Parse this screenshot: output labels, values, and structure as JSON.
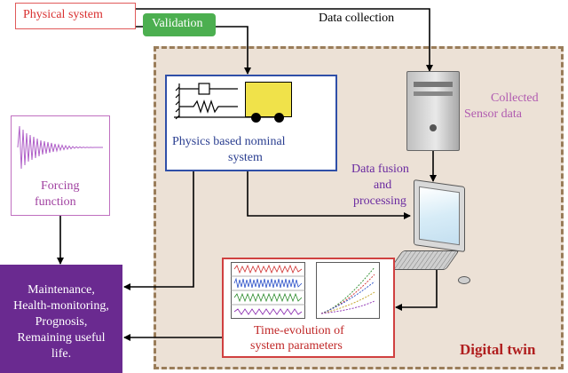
{
  "labels": {
    "physical_system": "Physical system",
    "validation": "Validation",
    "data_collection": "Data collection",
    "collected_sensor_data": [
      "Collected",
      "Sensor data"
    ],
    "physics_model": [
      "Physics based nominal",
      "system"
    ],
    "forcing_function": [
      "Forcing",
      "function"
    ],
    "data_fusion": [
      "Data fusion",
      "and",
      "processing"
    ],
    "outputs": [
      "Maintenance,",
      "Health-monitoring,",
      "Prognosis,",
      "Remaining useful",
      "life."
    ],
    "time_evolution": [
      "Time-evolution of",
      "system parameters"
    ],
    "digital_twin": "Digital twin"
  },
  "colors": {
    "physical_system_border": "#e05a5a",
    "physical_system_text": "#d93030",
    "validation_fill": "#4caf50",
    "digital_twin_fill": "#ece1d6",
    "digital_twin_border": "#9a7d5a",
    "digital_twin_text": "#b01e1e",
    "physics_border": "#2f4fa8",
    "physics_text": "#2a3e90",
    "forcing_border": "#c070c0",
    "forcing_text": "#a040a0",
    "sensor_text": "#b05ab0",
    "fusion_text": "#6a2aa0",
    "outputs_fill": "#6a2a90",
    "time_evolution_border": "#d04040",
    "time_evolution_text": "#c02828",
    "cart_fill": "#f0e24a"
  },
  "icons": [
    "spring-damper-icon",
    "cart-icon",
    "computer-tower-icon",
    "desktop-monitor-icon",
    "keyboard-icon",
    "mouse-icon",
    "waveform-icon"
  ]
}
